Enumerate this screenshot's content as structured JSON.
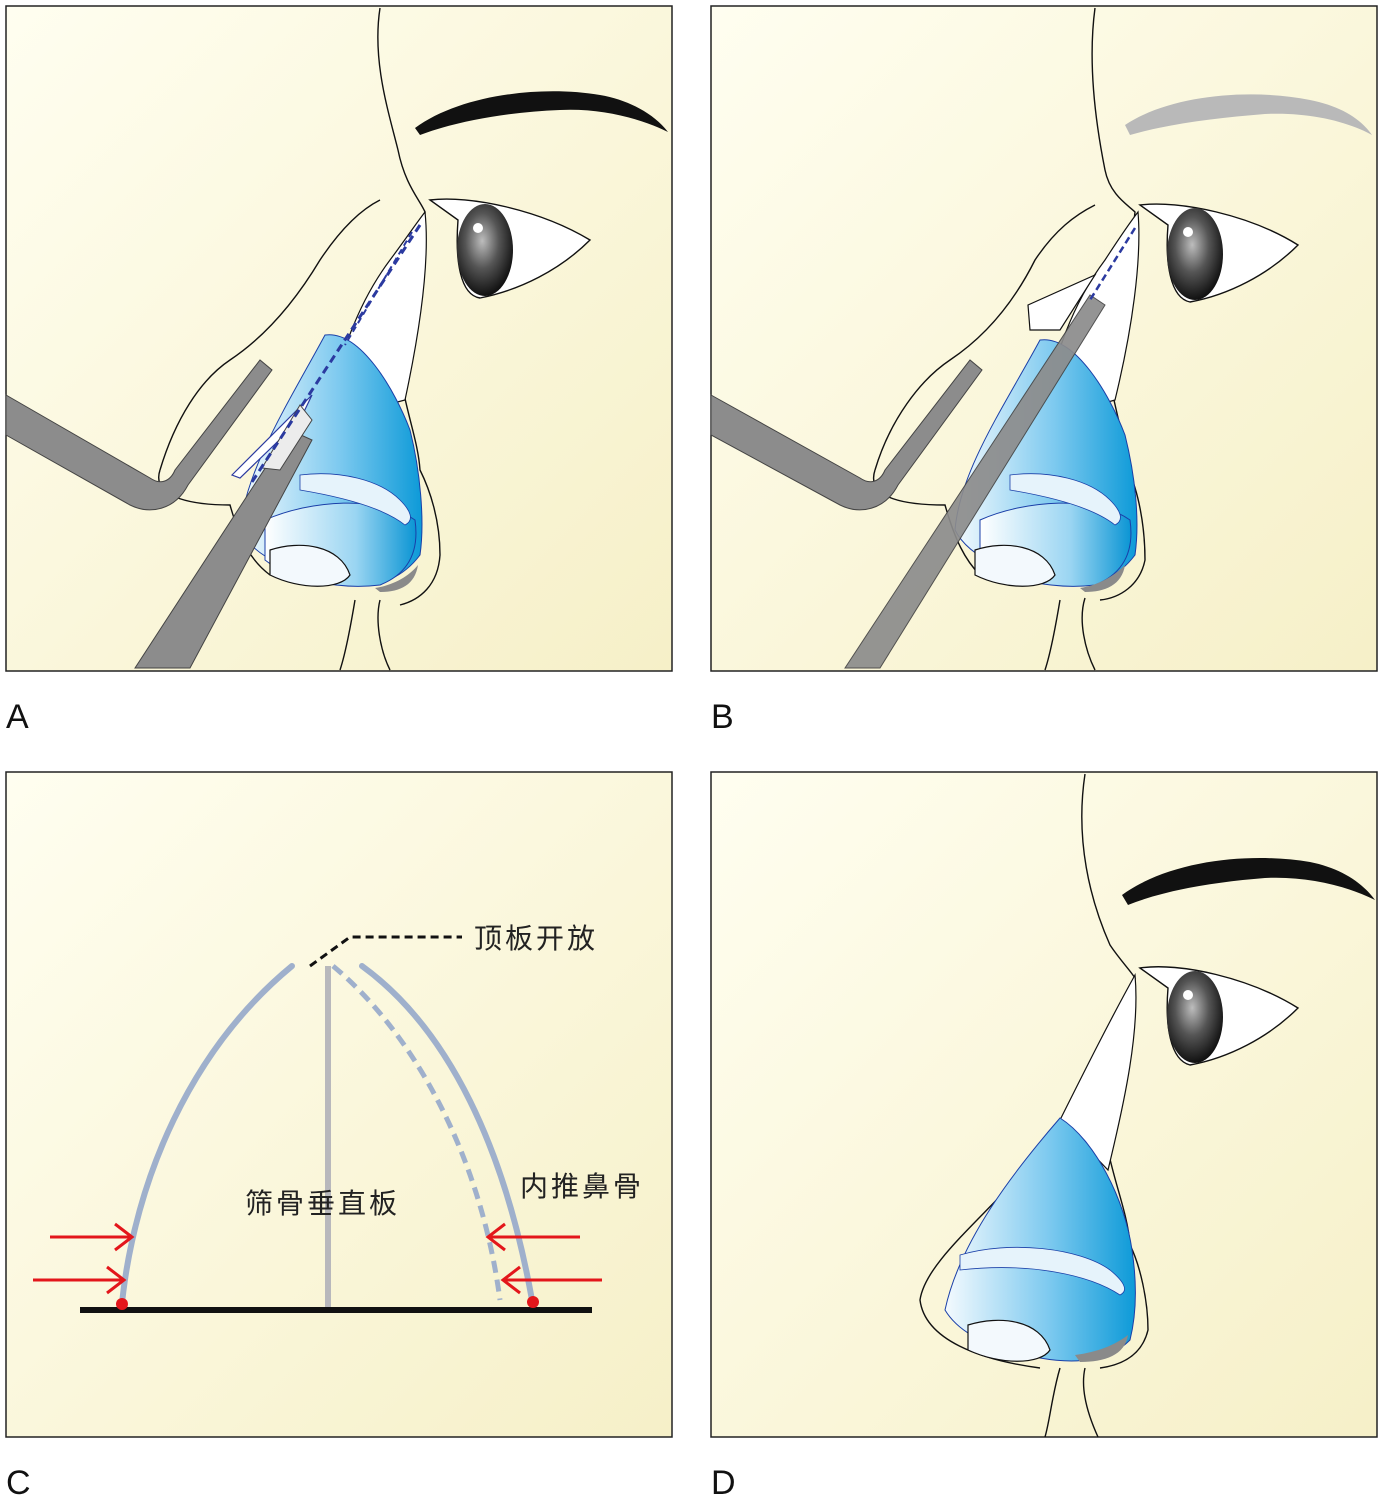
{
  "panels": {
    "a": {
      "letter": "A"
    },
    "b": {
      "letter": "B"
    },
    "c": {
      "letter": "C",
      "label_roof": "顶板开放",
      "label_plate": "筛骨垂直板",
      "label_push": "内推鼻骨"
    },
    "d": {
      "letter": "D"
    }
  },
  "colors": {
    "background": "#fbf8df",
    "outline": "#111111",
    "nose_blue": "#1aa6e0",
    "nose_light": "#e8f4fb",
    "nasal_line": "#2b3aa0",
    "instrument_gray": "#8c8c8c",
    "bone_blue": "#9fb0cc",
    "plate_gray": "#b8b8bc",
    "arrow_red": "#e3161b",
    "base_black": "#111111"
  }
}
